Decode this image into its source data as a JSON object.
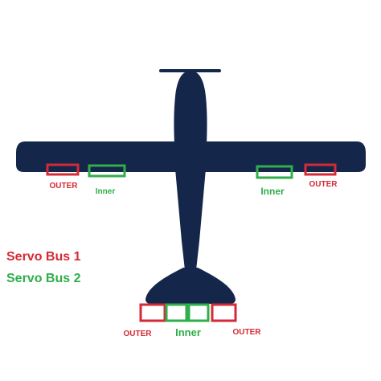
{
  "colors": {
    "plane": "#14264a",
    "bus1": "#d42a35",
    "bus2": "#2fae4b"
  },
  "labels": {
    "left_outer": "OUTER",
    "left_inner": "Inner",
    "right_inner": "Inner",
    "right_outer": "OUTER",
    "tail_left_outer": "OUTER",
    "tail_inner": "Inner",
    "tail_right_outer": "OUTER"
  },
  "legend": {
    "bus1": "Servo Bus 1",
    "bus2": "Servo Bus 2"
  }
}
